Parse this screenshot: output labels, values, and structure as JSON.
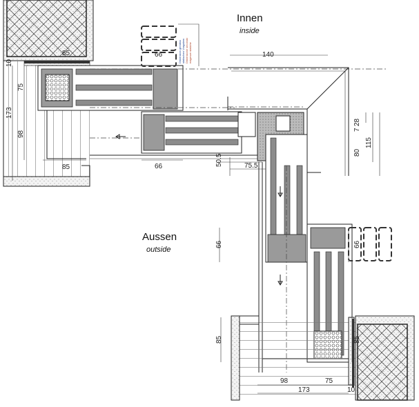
{
  "labels": {
    "inside_de": "Innen",
    "inside_en": "inside",
    "outside_de": "Aussen",
    "outside_en": "outside"
  },
  "note": {
    "line1": "Dimension gemäss",
    "line2": "statischen Vorgaben",
    "line3": "Dimensione secondo",
    "line4": "esigenze statiche"
  },
  "dimensions": {
    "top_left_85_top": "85",
    "top_left_10": "10",
    "top_left_75": "75",
    "top_left_173": "173",
    "top_left_98": "98",
    "top_left_85_bottom": "85",
    "top_66_upper": "66",
    "top_66_lower": "66",
    "corner_140": "140",
    "corner_28": "28",
    "corner_7": "7",
    "corner_80": "80",
    "corner_115": "115",
    "corner_50_5": "50.5",
    "corner_75_5": "75.5",
    "right_66_left": "66",
    "right_66_right": "66",
    "bottom_85_left": "85",
    "bottom_85_right": "85",
    "bottom_98": "98",
    "bottom_75": "75",
    "bottom_173": "173",
    "bottom_10": "10"
  },
  "colors": {
    "line": "#222222",
    "profile": "#9a9a9a",
    "note_blue": "#1a3f8f",
    "note_red": "#b0452a"
  }
}
